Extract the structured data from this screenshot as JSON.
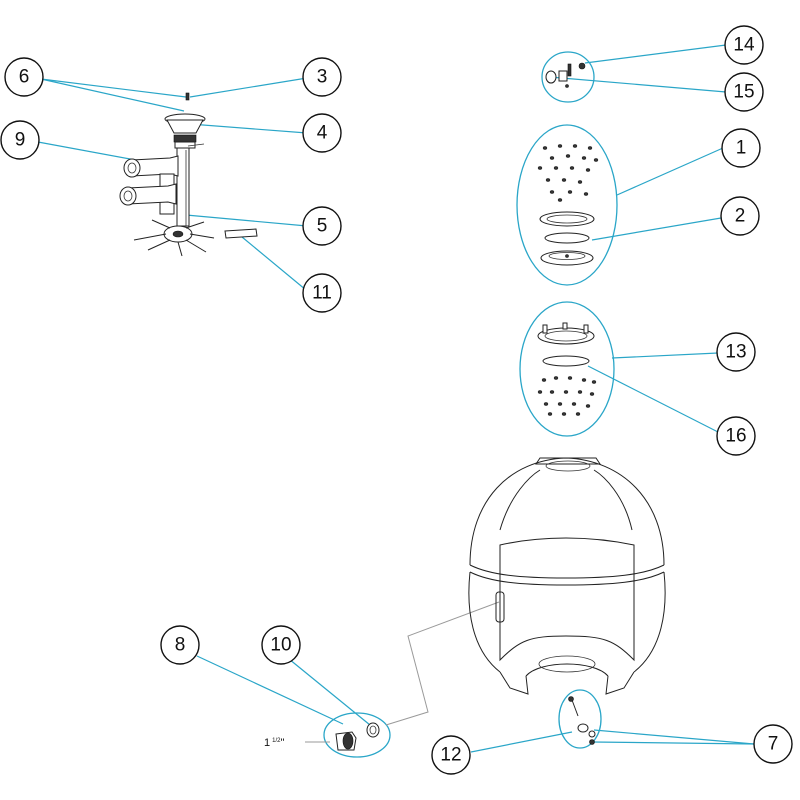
{
  "callouts": [
    {
      "id": "c1",
      "label": "1"
    },
    {
      "id": "c2",
      "label": "2"
    },
    {
      "id": "c3",
      "label": "3"
    },
    {
      "id": "c4",
      "label": "4"
    },
    {
      "id": "c5",
      "label": "5"
    },
    {
      "id": "c6",
      "label": "6"
    },
    {
      "id": "c7",
      "label": "7"
    },
    {
      "id": "c8",
      "label": "8"
    },
    {
      "id": "c9",
      "label": "9"
    },
    {
      "id": "c10",
      "label": "10"
    },
    {
      "id": "c11",
      "label": "11"
    },
    {
      "id": "c12",
      "label": "12"
    },
    {
      "id": "c13",
      "label": "13"
    },
    {
      "id": "c14",
      "label": "14"
    },
    {
      "id": "c15",
      "label": "15"
    },
    {
      "id": "c16",
      "label": "16"
    }
  ],
  "size_label": {
    "main": "1",
    "fraction": "1/2",
    "unit": "\""
  },
  "colors": {
    "leader": "#2aa6c8",
    "line": "#222222",
    "background": "#ffffff"
  }
}
